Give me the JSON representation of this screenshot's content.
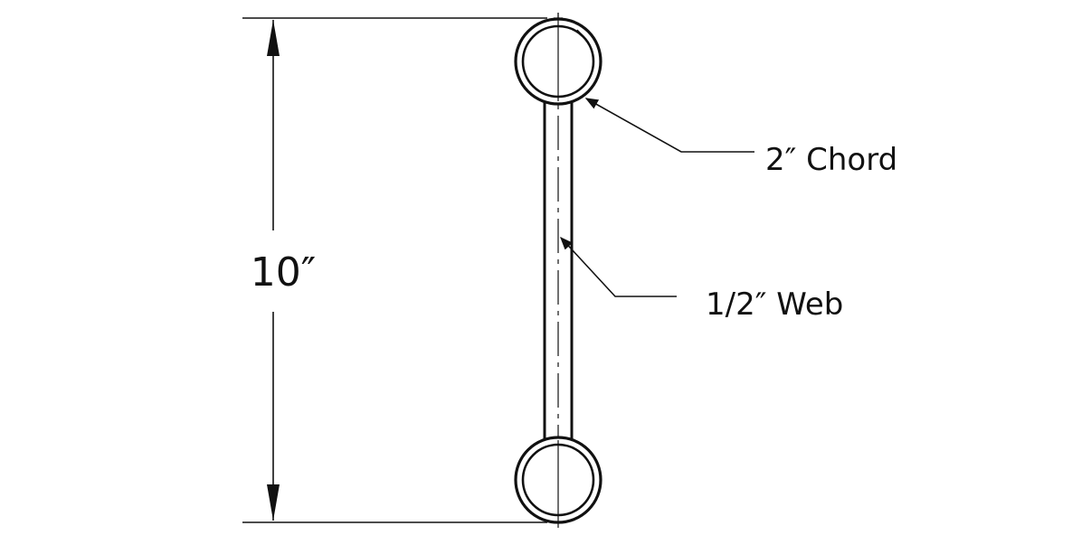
{
  "dimension": {
    "height_label": "10″"
  },
  "callouts": {
    "chord_label": "2″ Chord",
    "web_label": "1/2″ Web"
  },
  "colors": {
    "line": "#111111",
    "background": "#ffffff"
  }
}
